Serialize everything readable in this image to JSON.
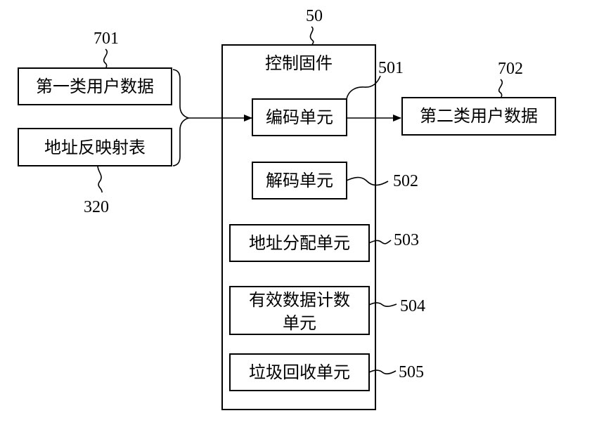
{
  "firmware": {
    "ref": "50",
    "title": "控制固件"
  },
  "inputs": [
    {
      "ref": "701",
      "label": "第一类用户数据"
    },
    {
      "ref": "320",
      "label": "地址反映射表"
    }
  ],
  "output": {
    "ref": "702",
    "label": "第二类用户数据"
  },
  "units": [
    {
      "ref": "501",
      "lines": [
        "编码单元"
      ]
    },
    {
      "ref": "502",
      "lines": [
        "解码单元"
      ]
    },
    {
      "ref": "503",
      "lines": [
        "地址分配单元"
      ]
    },
    {
      "ref": "504",
      "lines": [
        "有效数据计数",
        "单元"
      ]
    },
    {
      "ref": "505",
      "lines": [
        "垃圾回收单元"
      ]
    }
  ]
}
